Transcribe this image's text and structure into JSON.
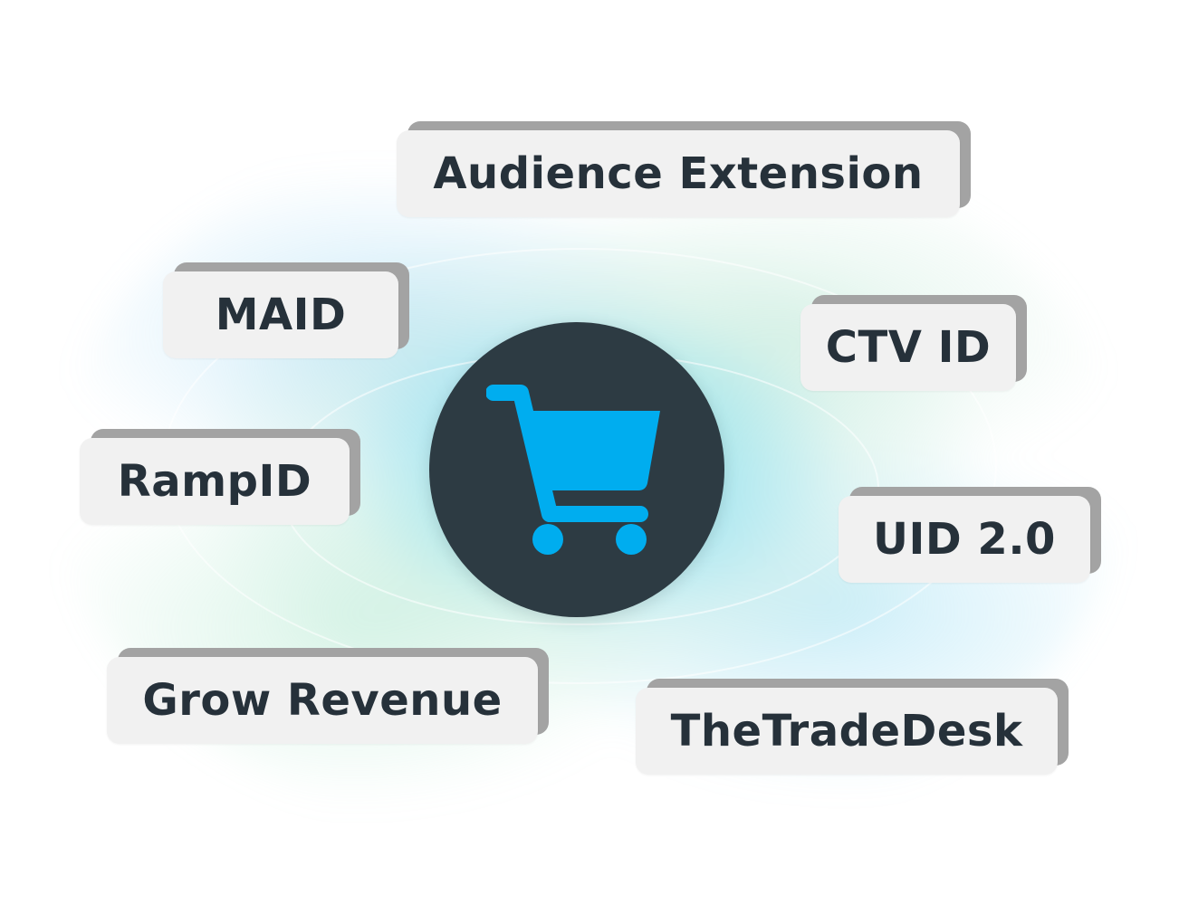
{
  "diagram": {
    "hub": {
      "icon": "shopping-cart-icon",
      "circle_color": "#2d3b43",
      "icon_color": "#00adef"
    },
    "tags": [
      {
        "id": "audience-extension",
        "label": "Audience Extension"
      },
      {
        "id": "maid",
        "label": "MAID"
      },
      {
        "id": "ctv-id",
        "label": "CTV ID"
      },
      {
        "id": "rampid",
        "label": "RampID"
      },
      {
        "id": "uid-2",
        "label": "UID 2.0"
      },
      {
        "id": "grow-revenue",
        "label": "Grow Revenue"
      },
      {
        "id": "thetradedesk",
        "label": "TheTradeDesk"
      }
    ],
    "colors": {
      "tag_face": "#f1f1f1",
      "tag_shadow": "#a3a3a3",
      "text": "#26313a",
      "glow": "#22c4d6"
    }
  }
}
